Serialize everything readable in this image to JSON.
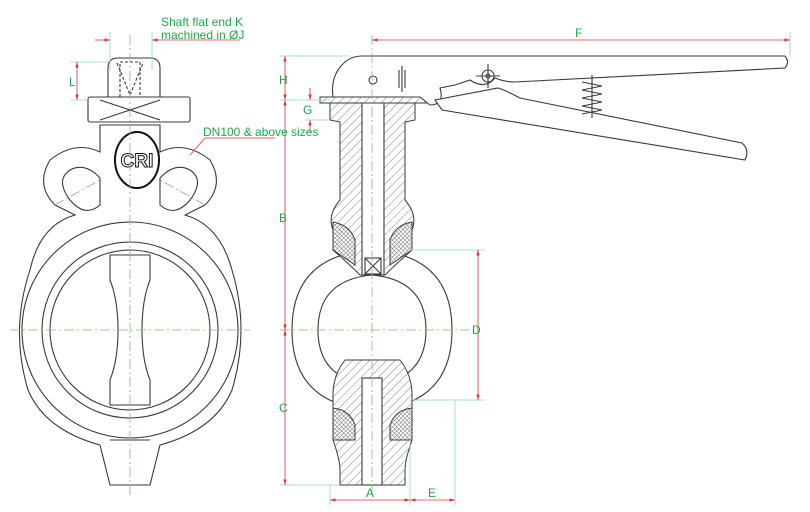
{
  "title": "Butterfly valve dimensional drawing",
  "logo_text": "CRI",
  "labels": {
    "shaft_line1": "Shaft flat end K",
    "shaft_line2": "machined in ØJ",
    "dn_note": "DN100 & above sizes",
    "L": "L",
    "H": "H",
    "G": "G",
    "B": "B",
    "C": "C",
    "F": "F",
    "D": "D",
    "A": "A",
    "E": "E"
  },
  "colors": {
    "outline": "#3a3a3a",
    "dimension": "#e0303a",
    "label": "#1fa84a",
    "centerline": "#7cc46a",
    "extension": "#8fd6d6"
  }
}
